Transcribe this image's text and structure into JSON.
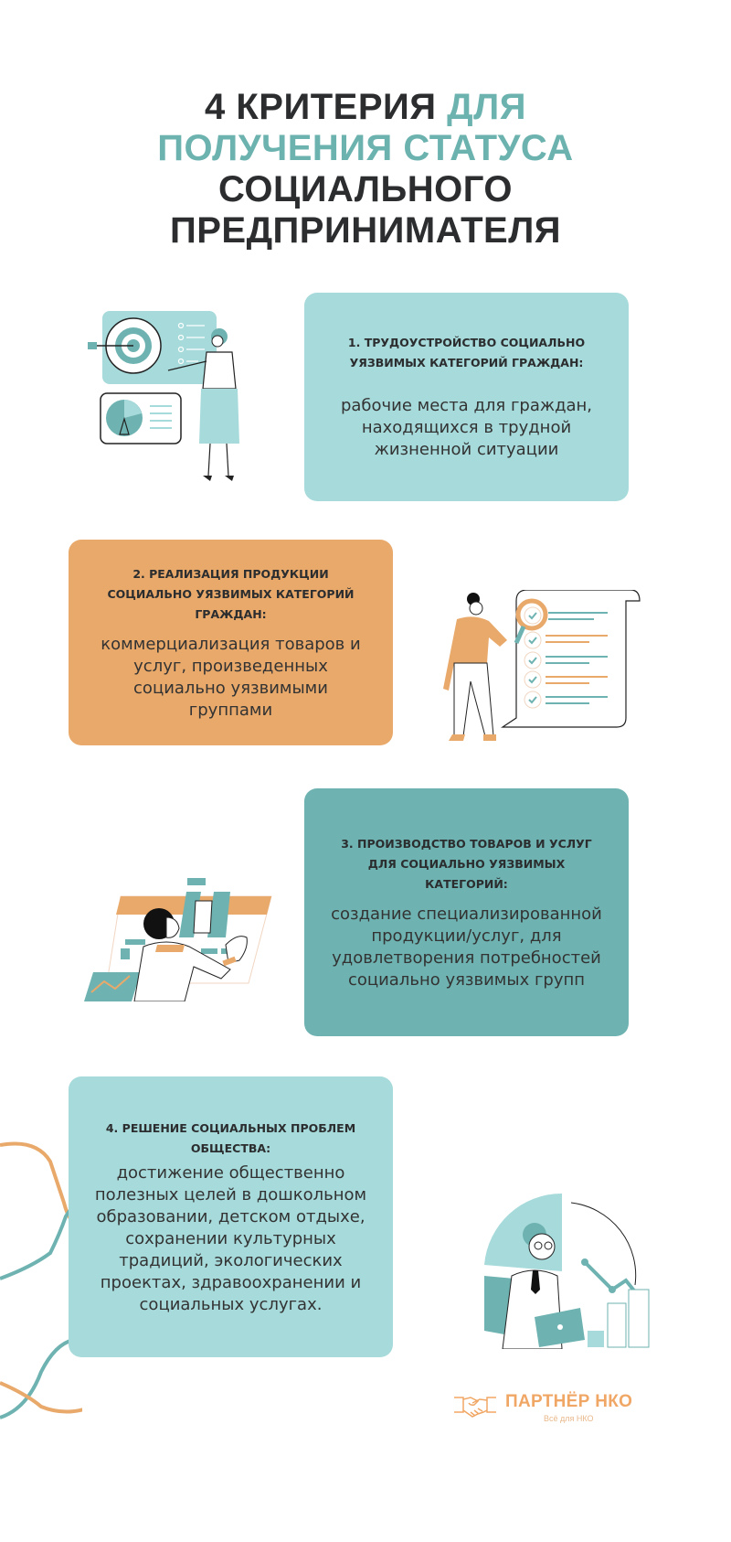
{
  "title": {
    "line1_dark": "4 КРИТЕРИЯ",
    "line1_accent": "ДЛЯ",
    "line2_accent": "ПОЛУЧЕНИЯ СТАТУСА",
    "line3": "СОЦИАЛЬНОГО",
    "line4": "ПРЕДПРИНИМАТЕЛЯ"
  },
  "criteria": [
    {
      "heading": "1. ТРУДОУСТРОЙСТВО СОЦИАЛЬНО УЯЗВИМЫХ КАТЕГОРИЙ ГРАЖДАН:",
      "body": "рабочие места для граждан, находящихся в трудной жизненной ситуации",
      "color": "#a7dadb",
      "illustration": "woman-presenting-target-icon"
    },
    {
      "heading": "2. РЕАЛИЗАЦИЯ ПРОДУКЦИИ СОЦИАЛЬНО УЯЗВИМЫХ КАТЕГОРИЙ ГРАЖДАН:",
      "body": "коммерциализация товаров и услуг, произведенных  социально уязвимыми группами",
      "color": "#e8a96b",
      "illustration": "woman-checklist-magnifier-icon"
    },
    {
      "heading": "3. ПРОИЗВОДСТВО ТОВАРОВ И УСЛУГ ДЛЯ СОЦИАЛЬНО УЯЗВИМЫХ КАТЕГОРИЙ:",
      "body": "создание специализированной продукции/услуг, для удовлетворения потребностей социально уязвимых групп",
      "color": "#6eb3b1",
      "illustration": "man-analyzing-charts-icon"
    },
    {
      "heading": "4. РЕШЕНИЕ СОЦИАЛЬНЫХ ПРОБЛЕМ ОБЩЕСТВА:",
      "body": "достижение общественно полезных целей в дошкольном образовании, детском отдыхе, сохранении культурных традиций, экологических проектах, здравоохранении и социальных услугах.",
      "color": "#a7dadb",
      "illustration": "man-with-tablet-pie-chart-icon"
    }
  ],
  "logo": {
    "name": "ПАРТНЁР НКО",
    "tagline": "Всё для НКО",
    "icon": "handshake-icon",
    "color": "#f0a765"
  },
  "colors": {
    "dark_text": "#2b2d2f",
    "teal_accent": "#6cb3b0",
    "light_teal": "#a7dadb",
    "orange": "#e8a96b",
    "mid_teal": "#6eb3b1"
  }
}
